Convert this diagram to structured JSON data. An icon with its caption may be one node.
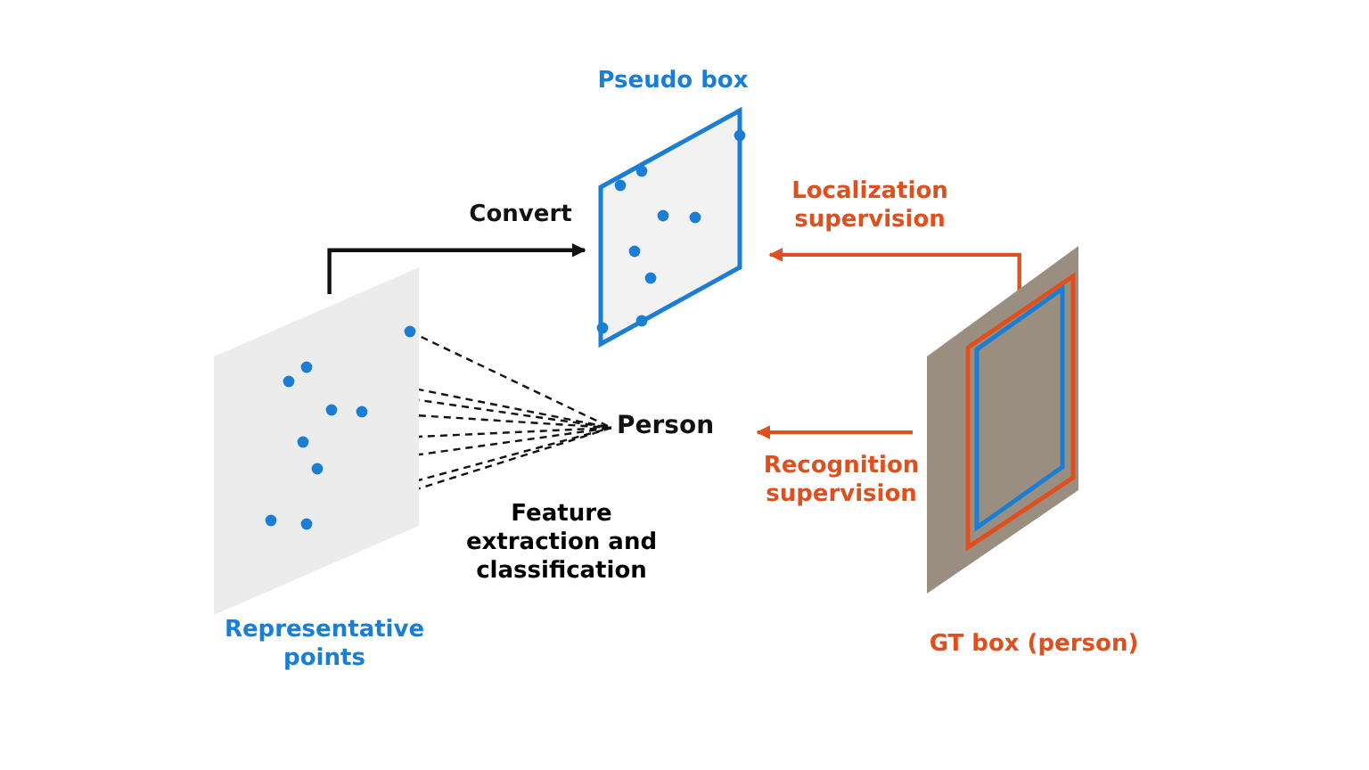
{
  "diagram": {
    "nodes": [
      {
        "text": [
          "Representative points"
        ]
      },
      {
        "text": [
          "Pseudo box"
        ]
      },
      {
        "text": [
          "Person"
        ]
      },
      {
        "text": [
          "GT box (person)"
        ]
      }
    ],
    "edges": [
      {
        "from": 0,
        "to": 1,
        "arrow": "to",
        "label": "Convert"
      },
      {
        "from": 3,
        "to": 1,
        "arrow": "to",
        "label": "Localization supervision",
        "color": "#e0501e"
      },
      {
        "from": 3,
        "to": 2,
        "arrow": "to",
        "label": "Recognition supervision",
        "color": "#e0501e"
      },
      {
        "from": 0,
        "to": 2,
        "arrow": "none",
        "style": "dashed"
      },
      {
        "from": 0,
        "to": 2,
        "arrow": "none",
        "style": "dashed"
      },
      {
        "from": 0,
        "to": 2,
        "arrow": "none",
        "style": "dashed"
      },
      {
        "from": 0,
        "to": 2,
        "arrow": "none",
        "style": "dashed"
      },
      {
        "from": 0,
        "to": 2,
        "arrow": "none",
        "style": "dashed"
      },
      {
        "from": 0,
        "to": 2,
        "arrow": "none",
        "style": "dashed"
      },
      {
        "from": 0,
        "to": 2,
        "arrow": "none",
        "style": "dashed"
      },
      {
        "from": 0,
        "to": 2,
        "arrow": "none",
        "style": "dashed"
      }
    ],
    "labels": [
      "Feature extraction and classification"
    ]
  }
}
